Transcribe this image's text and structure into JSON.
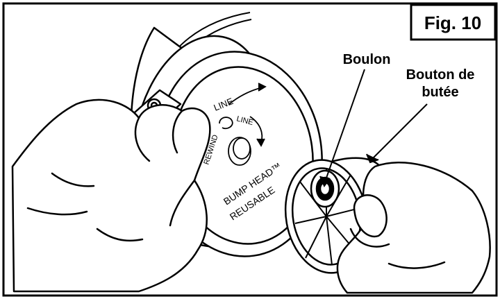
{
  "figure": {
    "label": "Fig. 10"
  },
  "callouts": {
    "bolt": "Boulon",
    "stop_button_line1": "Bouton de",
    "stop_button_line2": "butée"
  },
  "hub_markings": {
    "line_outer": "LINE",
    "line_inner": "LINE",
    "rewind": "REWIND",
    "brand": "BUMP HEAD™",
    "subtitle": "REUSABLE"
  }
}
